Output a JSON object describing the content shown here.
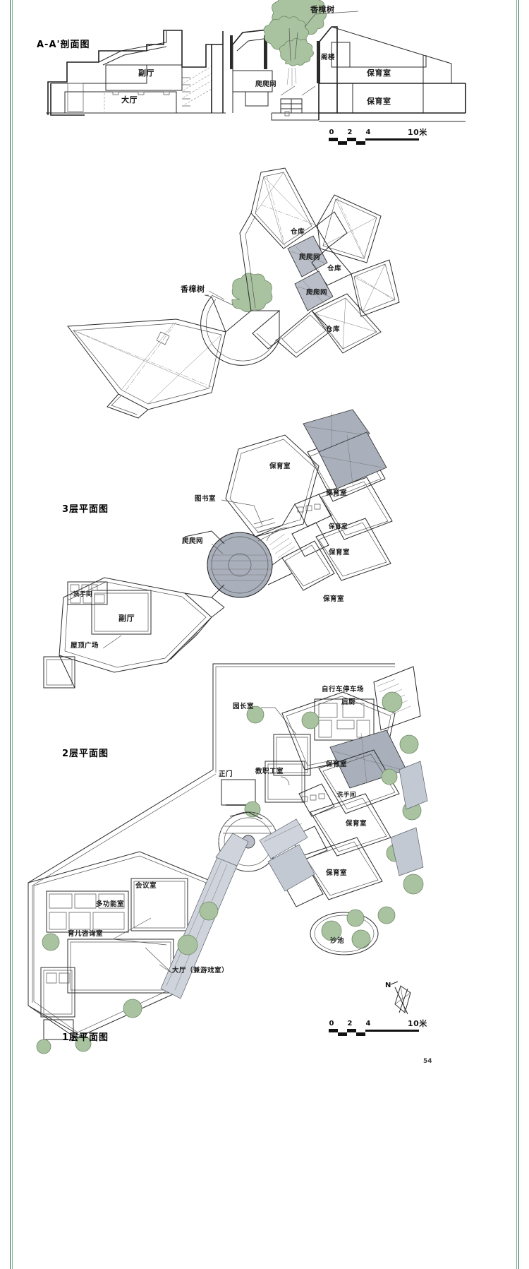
{
  "page": {
    "page_number": "54",
    "drawing_type": "architectural-plans-and-section"
  },
  "section": {
    "title": "A-A'剖面图",
    "callouts": [
      {
        "name": "camphor-tree",
        "text": "香樟树"
      },
      {
        "name": "climbing-net",
        "text": "爬爬网"
      }
    ],
    "rooms": [
      {
        "name": "sub-hall",
        "text": "副厅"
      },
      {
        "name": "main-hall",
        "text": "大厅"
      },
      {
        "name": "attic",
        "text": "阁楼"
      },
      {
        "name": "nursery-room-upper",
        "text": "保育室"
      },
      {
        "name": "nursery-room-lower",
        "text": "保育室"
      }
    ],
    "scale": {
      "ticks": [
        "0",
        "2",
        "4"
      ],
      "end_label": "10米"
    }
  },
  "floor3": {
    "title": "3层平面图",
    "callouts": [
      {
        "name": "camphor-tree",
        "text": "香樟树"
      }
    ],
    "rooms": [
      {
        "name": "storage-1",
        "text": "仓库"
      },
      {
        "name": "climbing-net-1",
        "text": "爬爬网"
      },
      {
        "name": "storage-2",
        "text": "仓库"
      },
      {
        "name": "climbing-net-2",
        "text": "爬爬网"
      },
      {
        "name": "storage-3",
        "text": "仓库"
      }
    ]
  },
  "floor2": {
    "title": "2层平面图",
    "callouts": [
      {
        "name": "library",
        "text": "图书室"
      },
      {
        "name": "climbing-net",
        "text": "爬爬网"
      },
      {
        "name": "roof-plaza",
        "text": "屋顶广场"
      }
    ],
    "rooms": [
      {
        "name": "nursery-room-1",
        "text": "保育室"
      },
      {
        "name": "nursery-room-2",
        "text": "保育室"
      },
      {
        "name": "nursery-room-3",
        "text": "保育室"
      },
      {
        "name": "nursery-room-4",
        "text": "保育室"
      },
      {
        "name": "nursery-room-5",
        "text": "保育室"
      },
      {
        "name": "washroom",
        "text": "洗手间"
      },
      {
        "name": "sub-hall",
        "text": "副厅"
      }
    ]
  },
  "floor1": {
    "title": "1层平面图",
    "callouts": [
      {
        "name": "main-entrance",
        "text": "正门"
      },
      {
        "name": "principal-office",
        "text": "园长室"
      },
      {
        "name": "staff-room",
        "text": "教职工室"
      },
      {
        "name": "main-hall-playroom",
        "text": "大厅（兼游戏室）"
      },
      {
        "name": "childcare-consulting-room",
        "text": "育儿咨询室"
      }
    ],
    "rooms": [
      {
        "name": "bicycle-parking",
        "text": "自行车停车场"
      },
      {
        "name": "back-kitchen",
        "text": "后厨"
      },
      {
        "name": "nursery-room-1",
        "text": "保育室"
      },
      {
        "name": "nursery-room-2",
        "text": "保育室"
      },
      {
        "name": "nursery-room-3",
        "text": "保育室"
      },
      {
        "name": "washroom",
        "text": "洗手间"
      },
      {
        "name": "meeting-room",
        "text": "会议室"
      },
      {
        "name": "multifunction-room",
        "text": "多功能室"
      },
      {
        "name": "sand-pit",
        "text": "沙池"
      }
    ],
    "scale": {
      "ticks": [
        "0",
        "2",
        "4"
      ],
      "end_label": "10米"
    },
    "compass": {
      "north_label": "N"
    }
  },
  "colors": {
    "frame_green": "#2d7a4f",
    "tree_green": "#a9c2a0",
    "paving_gray": "#c3c9d2",
    "ink": "#1e1e1e"
  }
}
